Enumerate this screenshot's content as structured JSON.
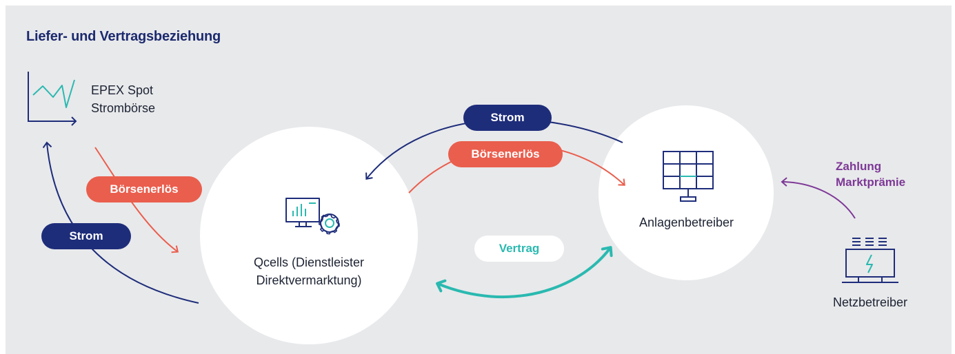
{
  "title": "Liefer- und Vertragsbeziehung",
  "nodes": {
    "epex": {
      "line1": "EPEX Spot",
      "line2": "Strombörse",
      "icon": "chart-icon"
    },
    "qcells": {
      "line1": "Qcells (Dienstleister",
      "line2": "Direktvermarktung)",
      "icon": "monitor-gear-icon"
    },
    "anlagen": {
      "label": "Anlagenbetreiber",
      "icon": "solar-panel-icon"
    },
    "netz": {
      "label": "Netzbetreiber",
      "icon": "grid-operator-icon"
    }
  },
  "flows": {
    "strom_top": "Strom",
    "boerse_top": "Börsenerlös",
    "boerse_left": "Börsenerlös",
    "strom_left": "Strom",
    "vertrag": "Vertrag",
    "zahlung_line1": "Zahlung",
    "zahlung_line2": "Marktprämie"
  },
  "colors": {
    "background": "#e8e9eb",
    "navy": "#1e2d7a",
    "coral": "#ea5e4d",
    "teal": "#2ab9b0",
    "purple": "#7d3896"
  }
}
